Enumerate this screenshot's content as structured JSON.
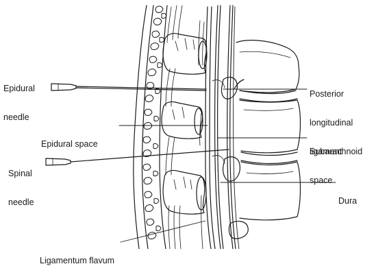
{
  "labels": {
    "epidural_needle": [
      "Epidural",
      "needle"
    ],
    "posterior_longitudinal_ligament": [
      "Posterior",
      "longitudinal",
      "ligament"
    ],
    "epidural_space": [
      "Epidural space"
    ],
    "subarachnoid_space": [
      "Subarachnoid",
      "space"
    ],
    "spinal_needle": [
      "Spinal",
      "needle"
    ],
    "dura": [
      "Dura"
    ],
    "ligamentum_flavum": [
      "Ligamentum flavum"
    ]
  },
  "colors": {
    "line": "#1a1a1a",
    "background": "#ffffff"
  }
}
